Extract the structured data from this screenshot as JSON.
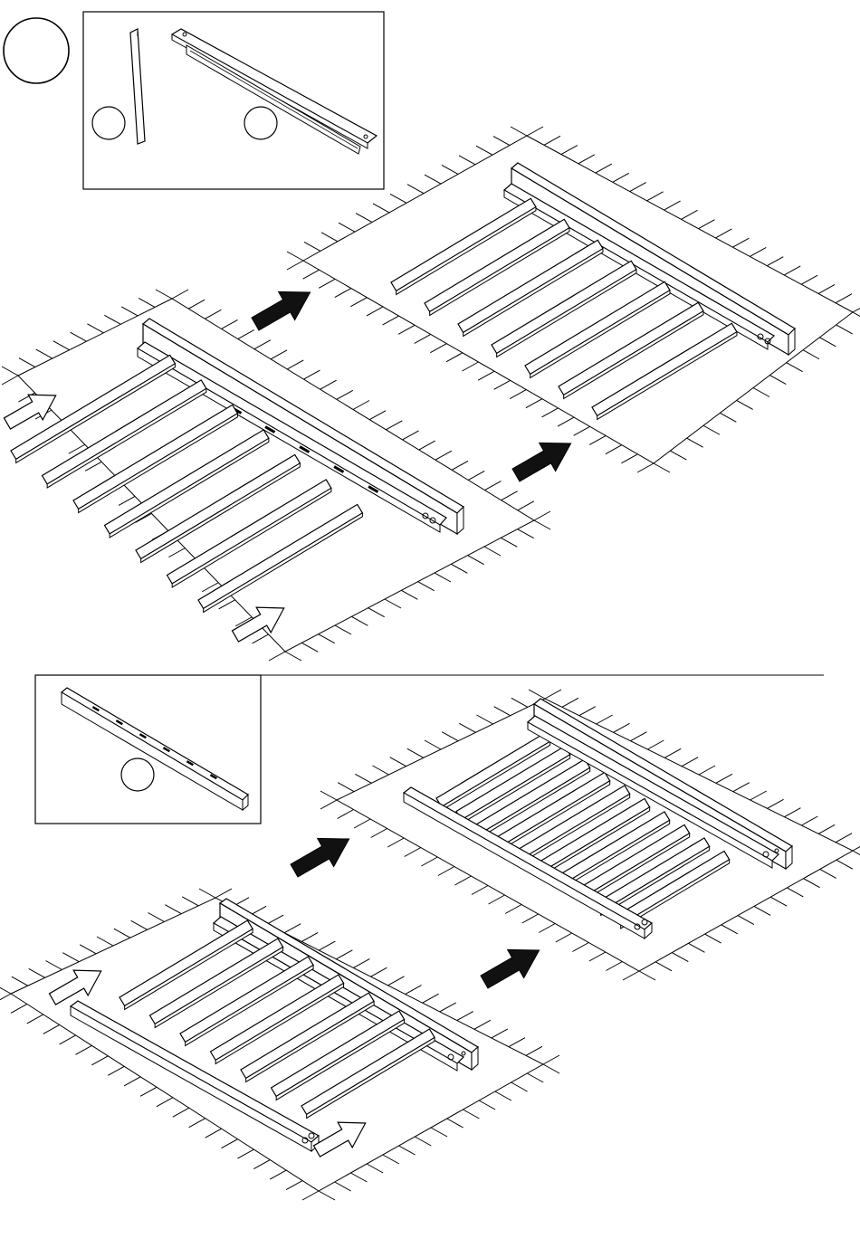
{
  "page": {
    "background": "#ffffff",
    "line_color": "#000000",
    "part_fill": "#ffffff",
    "arrow_dark_fill": "#111111",
    "arrow_light_fill": "#ffffff"
  },
  "step_top": {
    "step_number_badge": "",
    "inset_part_callouts": [
      "",
      ""
    ],
    "small_board_count": 7,
    "visible_hanger_slots": 6
  },
  "step_bottom": {
    "inset_part_callouts": [
      ""
    ],
    "small_board_count": 7,
    "large_board_count": 10
  },
  "icons": {
    "dark_arrow": "solid-arrow-icon",
    "light_arrow": "outline-arrow-icon",
    "callout": "empty-callout-circle"
  }
}
